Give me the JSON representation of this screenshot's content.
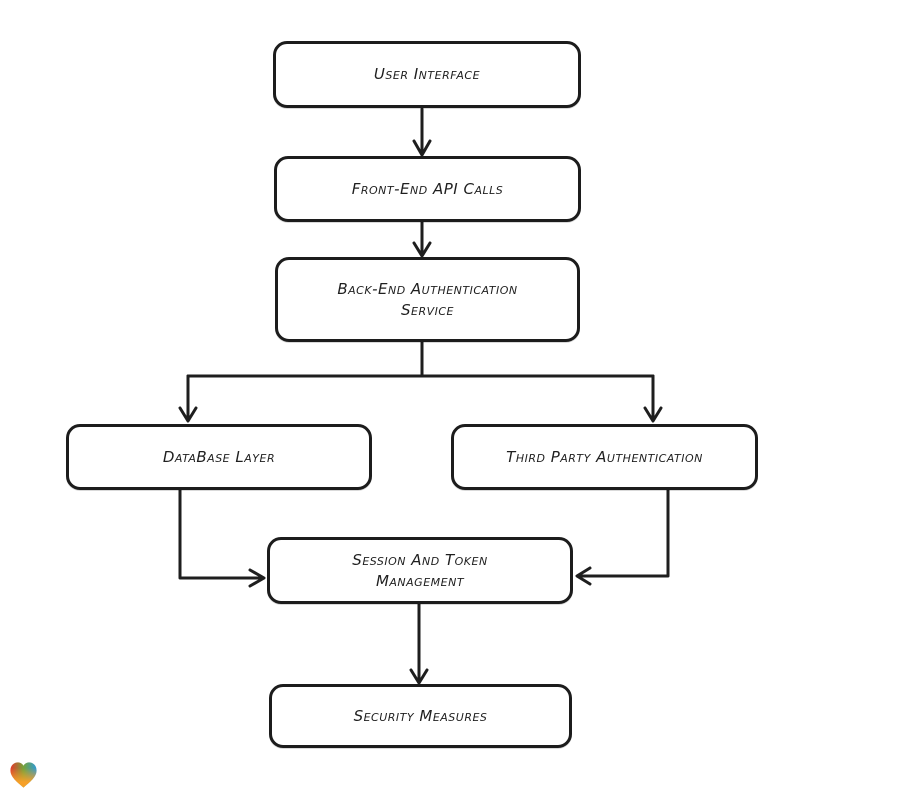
{
  "diagram": {
    "type": "flowchart",
    "nodes": [
      {
        "id": "user-interface",
        "label": "User Interface"
      },
      {
        "id": "front-end-api-calls",
        "label": "Front-End API Calls"
      },
      {
        "id": "back-end-auth",
        "label": "Back-End Authentication Service"
      },
      {
        "id": "database-layer",
        "label": "DataBase Layer"
      },
      {
        "id": "third-party-auth",
        "label": "Third Party Authentication"
      },
      {
        "id": "session-token",
        "label": "Session And Token Management"
      },
      {
        "id": "security-measures",
        "label": "Security Measures"
      }
    ],
    "edges": [
      {
        "from": "user-interface",
        "to": "front-end-api-calls"
      },
      {
        "from": "front-end-api-calls",
        "to": "back-end-auth"
      },
      {
        "from": "back-end-auth",
        "to": "database-layer"
      },
      {
        "from": "back-end-auth",
        "to": "third-party-auth"
      },
      {
        "from": "database-layer",
        "to": "session-token"
      },
      {
        "from": "third-party-auth",
        "to": "session-token"
      },
      {
        "from": "session-token",
        "to": "security-measures"
      }
    ],
    "style": {
      "stroke_color": "#1e1e1e",
      "node_fill": "#ffffff",
      "text_color": "#1f1f1f"
    }
  },
  "watermark": {
    "name": "gradient-heart-logo",
    "colors": {
      "red": "#e5382b",
      "green": "#75a43a",
      "blue": "#2f9ad8",
      "orange": "#f6a028"
    }
  }
}
